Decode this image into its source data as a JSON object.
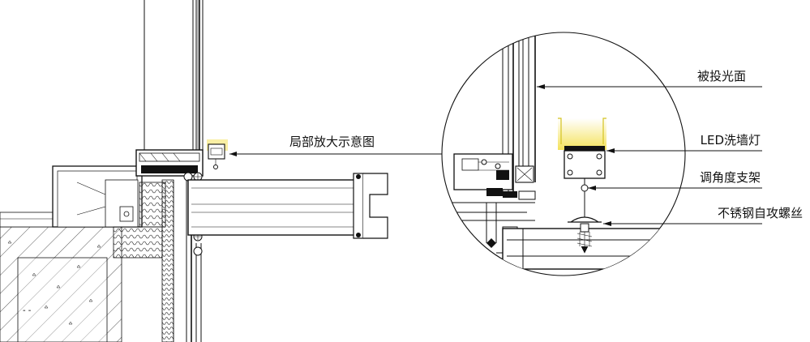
{
  "labels": {
    "detail_callout": "局部放大示意图",
    "illuminated_surface": "被投光面",
    "led_wall_washer": "LED洗墙灯",
    "angle_bracket": "调角度支架",
    "stainless_screw": "不锈钢自攻螺丝"
  },
  "colors": {
    "line": "#111111",
    "led_glow": "#f4e25a",
    "background": "#ffffff"
  }
}
